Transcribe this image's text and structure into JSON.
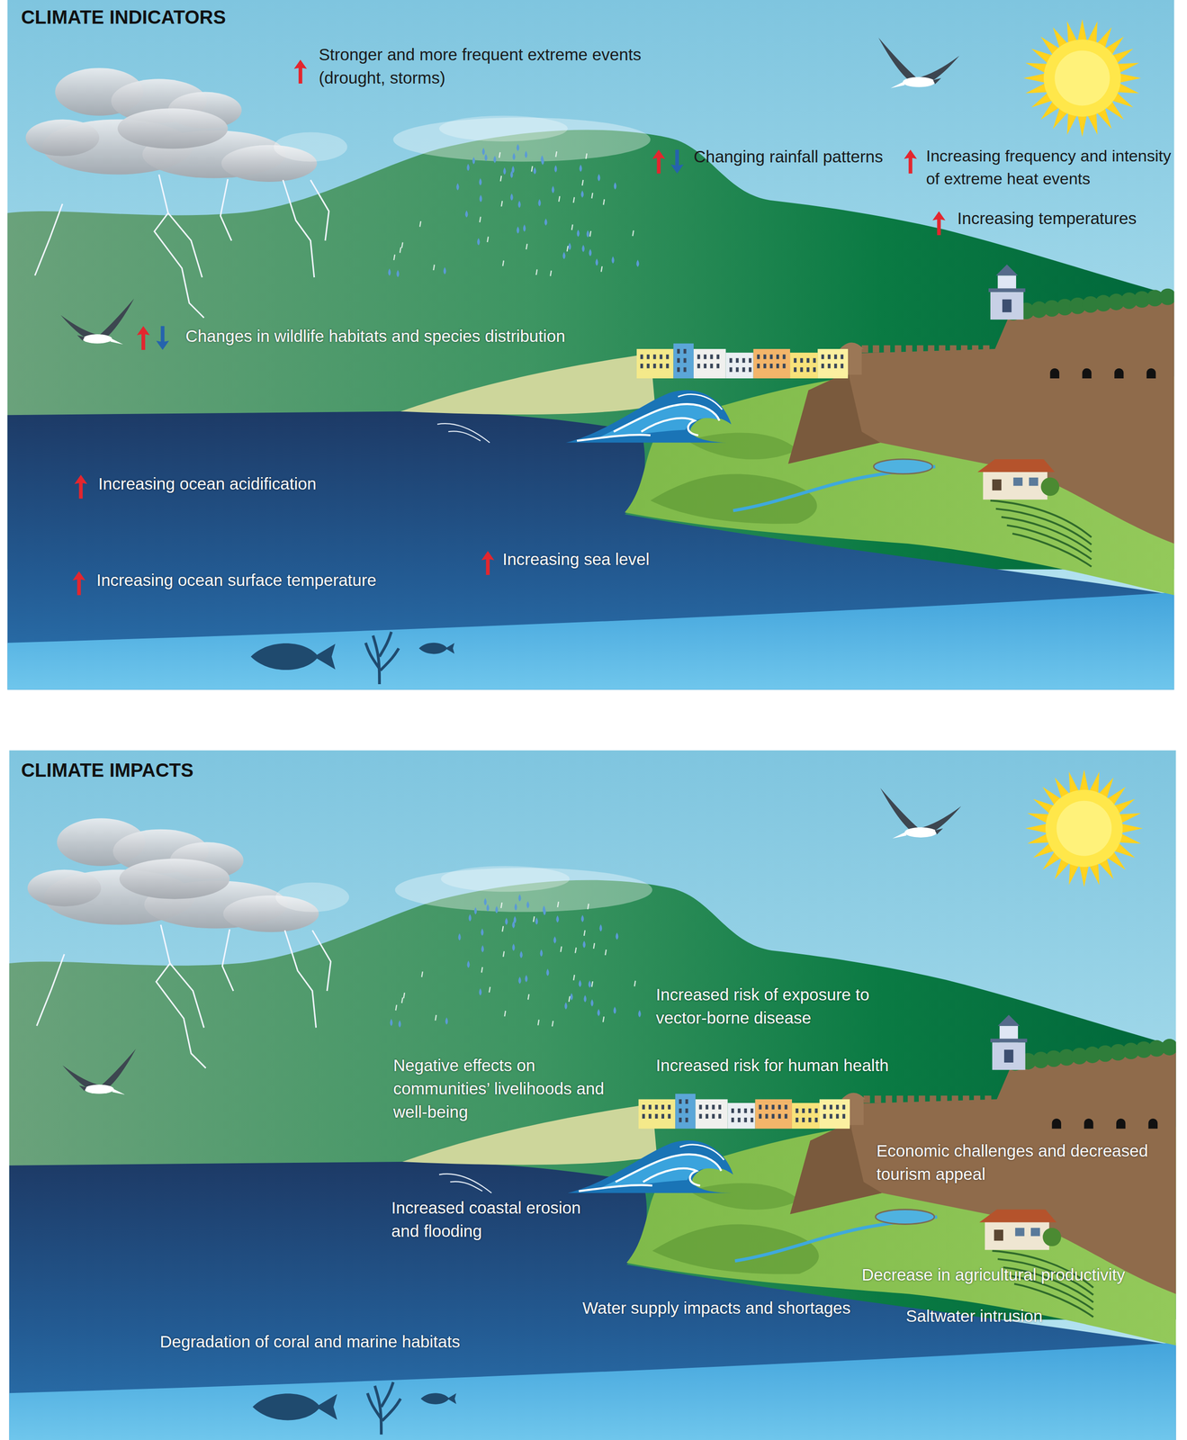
{
  "diagram": {
    "nodes": [
      {
        "text": [
          "CLIMATE INDICATORS"
        ]
      },
      {
        "text": [
          "CLIMATE IMPACTS"
        ]
      }
    ],
    "labels": [
      "Stronger and more frequent extreme events (drought, storms)",
      "Changing rainfall patterns",
      "Increasing frequency and intensity of extreme heat events",
      "Increasing temperatures",
      "Changes in wildlife habitats and species distribution",
      "Increasing ocean acidification",
      "Increasing sea level",
      "Increasing ocean surface temperature",
      "Increased risk of exposure to vector-borne disease",
      "Negative effects on communities’ livelihoods and well-being",
      "Increased risk for human health",
      "Economic challenges and decreased tourism appeal",
      "Increased coastal erosion and flooding",
      "Decrease in agricultural productivity",
      "Water supply impacts and shortages",
      "Saltwater intrusion",
      "Degradation of coral and marine habitats"
    ]
  }
}
